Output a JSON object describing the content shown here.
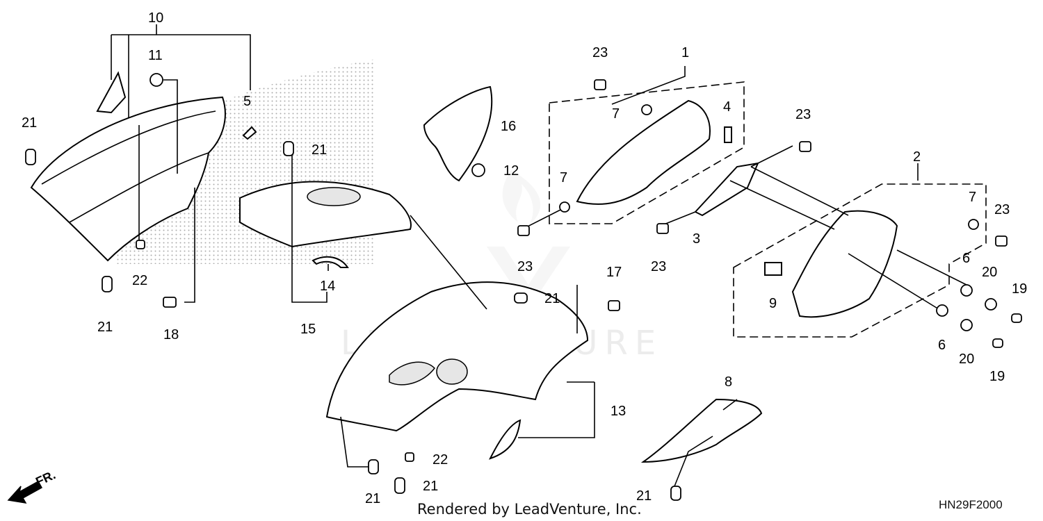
{
  "diagram": {
    "callouts": {
      "c1": "1",
      "c2": "2",
      "c3": "3",
      "c4": "4",
      "c5": "5",
      "c6a": "6",
      "c6b": "6",
      "c7a": "7",
      "c7b": "7",
      "c7c": "7",
      "c8": "8",
      "c9": "9",
      "c10": "10",
      "c11": "11",
      "c12": "12",
      "c13": "13",
      "c14": "14",
      "c15": "15",
      "c16": "16",
      "c17": "17",
      "c18": "18",
      "c19a": "19",
      "c19b": "19",
      "c20a": "20",
      "c20b": "20",
      "c21a": "21",
      "c21b": "21",
      "c21c": "21",
      "c21d": "21",
      "c21e": "21",
      "c21f": "21",
      "c21g": "21",
      "c22a": "22",
      "c22b": "22",
      "c23a": "23",
      "c23b": "23",
      "c23c": "23",
      "c23d": "23"
    },
    "watermark": "LEADVENTURE",
    "footer": "Rendered by LeadVenture, Inc.",
    "diagram_code": "HN29F2000",
    "direction_label": "FR."
  }
}
